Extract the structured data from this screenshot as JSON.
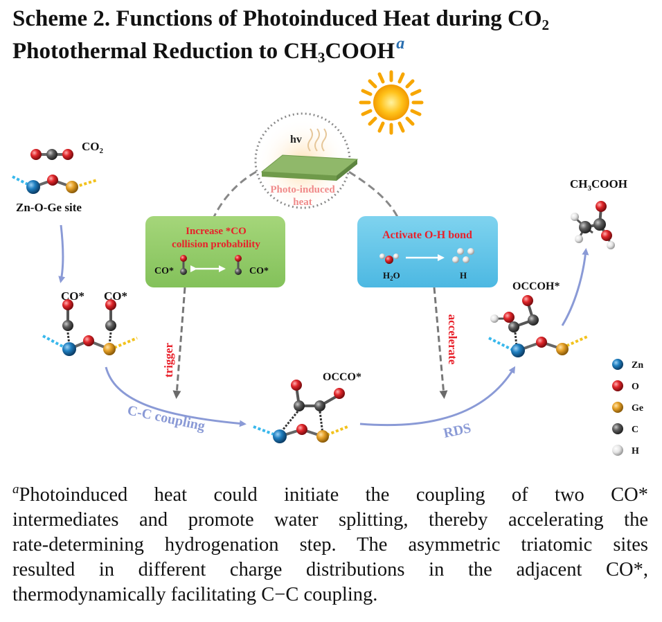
{
  "title": {
    "line1_main": "Scheme 2. Functions of Photoinduced Heat during CO",
    "line1_sub": "2",
    "line2_a": "Photothermal Reduction to CH",
    "line2_sub": "3",
    "line2_b": "COOH",
    "line2_sup": "a"
  },
  "diagram": {
    "co2_label": "CO",
    "co2_sub": "2",
    "site_label": "Zn-O-Ge site",
    "hv_label": "hv",
    "photo_heat_line1": "Photo-induced",
    "photo_heat_line2": "heat",
    "green_box": {
      "line1": "Increase *CO",
      "line2": "collision probability",
      "co_left": "CO*",
      "co_right": "CO*"
    },
    "blue_box": {
      "title": "Activate O-H bond",
      "h2o_main": "H",
      "h2o_sub": "2",
      "h2o_end": "O",
      "h_label": "H"
    },
    "co_star_left": "CO*",
    "co_star_right": "CO*",
    "trigger": "trigger",
    "accelerate": "accelerate",
    "cc_coupling": "C-C coupling",
    "occo": "OCCO*",
    "rds": "RDS",
    "occcoh": "OCCOH*",
    "product_a": "CH",
    "product_sub": "3",
    "product_b": "COOH",
    "legend": [
      {
        "label": "Zn",
        "color": "#1f7fc0"
      },
      {
        "label": "O",
        "color": "#e0262a"
      },
      {
        "label": "Ge",
        "color": "#e6a128"
      },
      {
        "label": "C",
        "color": "#5f5f5f"
      },
      {
        "label": "H",
        "color": "#e4e4e4"
      }
    ]
  },
  "caption": {
    "sup": "a",
    "line1": "Photoinduced heat could initiate the coupling of two CO*",
    "line2": "intermediates and promote water splitting, thereby accelerating the",
    "line3": "rate-determining hydrogenation step. The asymmetric triatomic sites",
    "line4": "resulted in different charge distributions in the adjacent CO*,",
    "line5": "thermodynamically facilitating C−C coupling."
  }
}
